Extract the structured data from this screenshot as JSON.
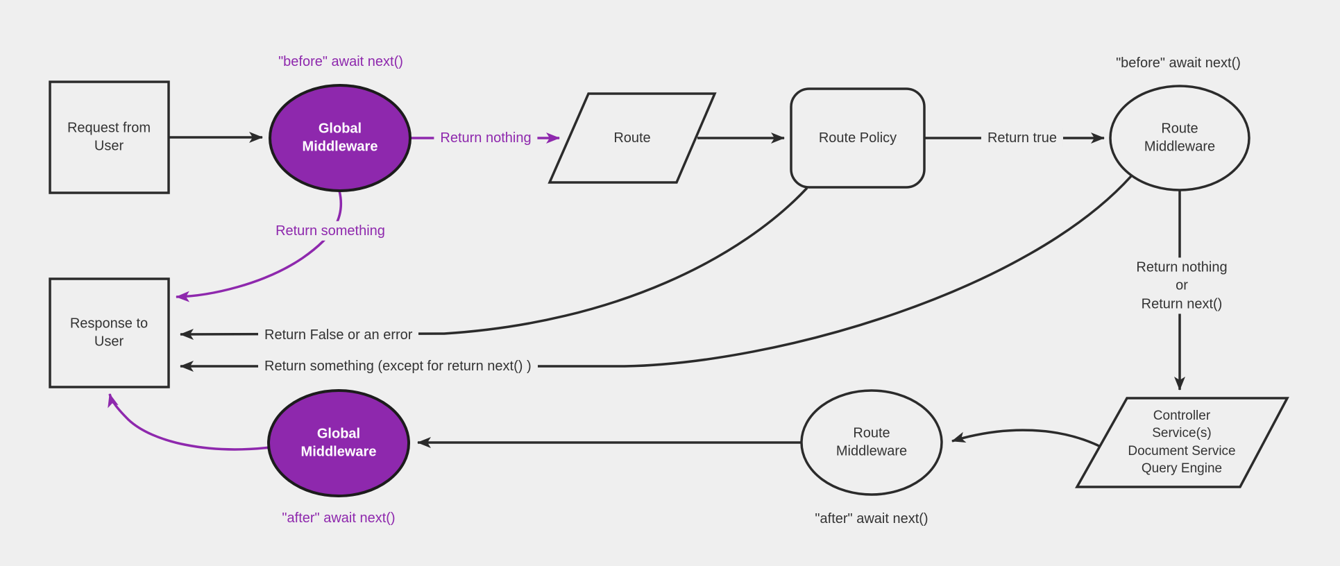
{
  "diagram_title": "Middleware request and response lifecycle flow",
  "colors": {
    "background": "#efefef",
    "line_dark": "#2b2b2b",
    "node_text": "#333333",
    "purple": "#8e28ad",
    "node_fill": "#efefef",
    "white_text": "#ffffff"
  },
  "nodes": {
    "request": {
      "label": "Request from User",
      "shape": "rectangle"
    },
    "global_middleware_top": {
      "label": "Global Middleware",
      "shape": "ellipse"
    },
    "route": {
      "label": "Route",
      "shape": "parallelogram"
    },
    "route_policy": {
      "label": "Route Policy",
      "shape": "rounded-rectangle"
    },
    "route_middleware_top": {
      "label": "Route Middleware",
      "shape": "ellipse"
    },
    "controller": {
      "shape": "parallelogram",
      "lines": [
        "Controller",
        "Service(s)",
        "Document Service",
        "Query Engine"
      ]
    },
    "route_middleware_bottom": {
      "label": "Route Middleware",
      "shape": "ellipse"
    },
    "global_middleware_bottom": {
      "label": "Global Middleware",
      "shape": "ellipse"
    },
    "response": {
      "label": "Response to User",
      "shape": "rectangle"
    }
  },
  "edge_labels": {
    "before_await_top_left": "\"before\" await next()",
    "return_nothing": "Return nothing",
    "return_true": "Return true",
    "before_await_top_right": "\"before\" await next()",
    "return_something": "Return something",
    "return_nothing_or_next": [
      "Return nothing",
      "or",
      "Return next()"
    ],
    "return_false_or_error": "Return False or an error",
    "return_something_except": "Return something (except for return next() )",
    "after_await_bottom_right": "\"after\" await next()",
    "after_await_bottom_left": "\"after\" await next()"
  }
}
